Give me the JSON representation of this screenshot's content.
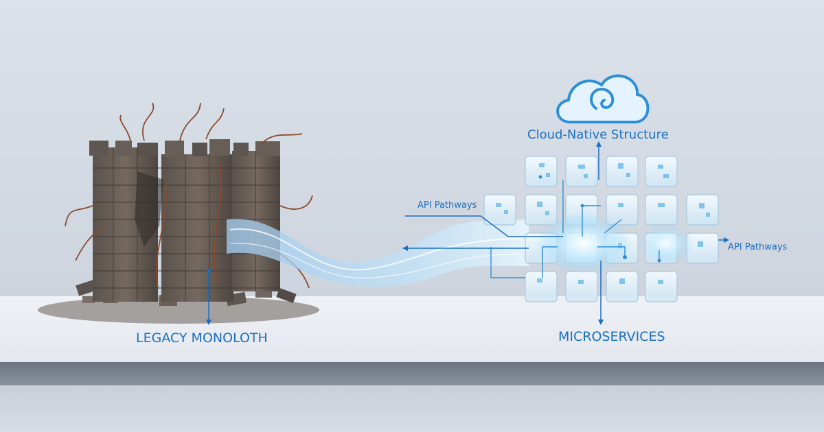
{
  "labels": {
    "legacy": "LEGACY MONOLOTH",
    "microservices": "MICROSERVICES",
    "cloud": "Cloud-Native Structure",
    "api_left": "API Pathways",
    "api_right": "API Pathways"
  },
  "colors": {
    "accent": "#1a6fc4",
    "glow": "#7fd3ff",
    "stone": "#6b6058",
    "rust": "#8a4a2c"
  },
  "icons": {
    "cloud": "cloud-swirl-icon"
  }
}
